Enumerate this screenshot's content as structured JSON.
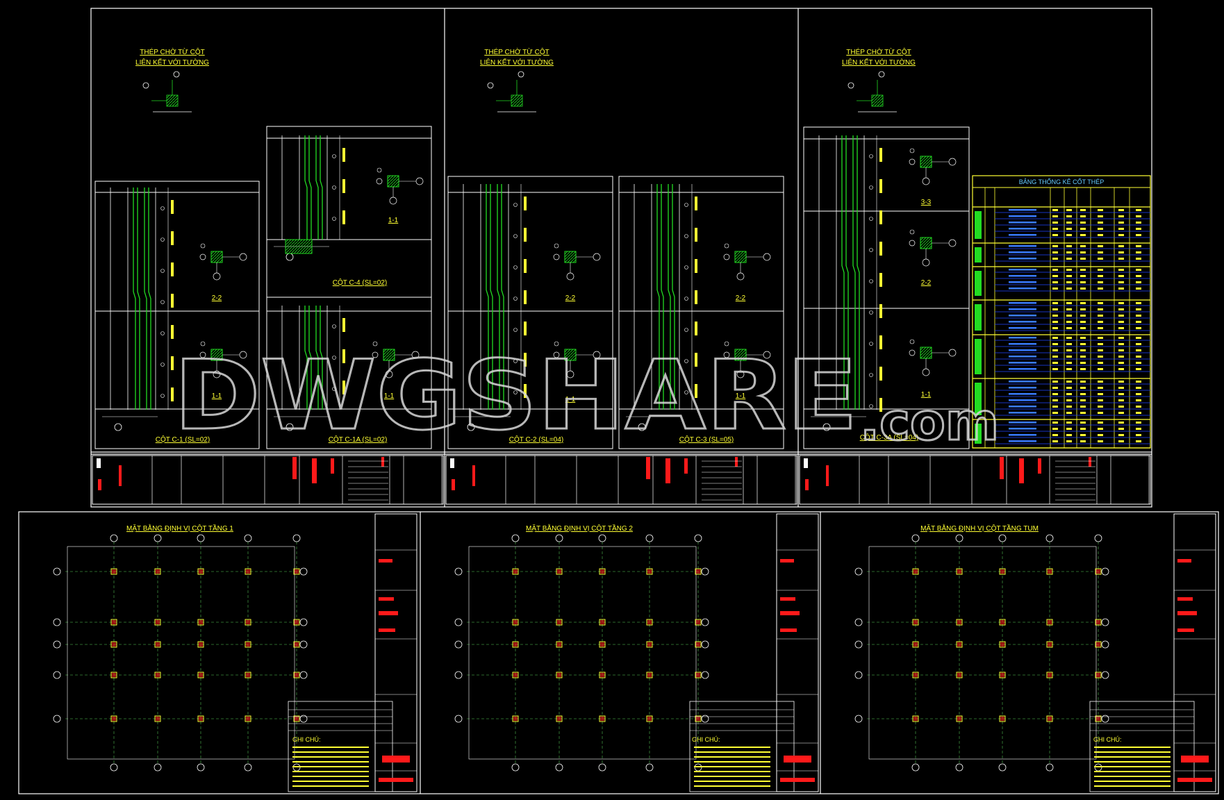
{
  "watermark": {
    "main": "DWGSHARE",
    "suffix": ".com"
  },
  "colors": {
    "background": "#000000",
    "frame": "#ffffff",
    "rebar": "#22dd22",
    "text": "#ffff33",
    "accent_red": "#ff1a1a",
    "table_blue": "#2244ff",
    "grid_green": "#3c8c3c"
  },
  "top_sheets": [
    {
      "header": [
        "THÉP CHỜ TỪ CỘT",
        "LIÊN KẾT VỚI TƯỜNG"
      ],
      "columns": [
        {
          "title": "CỘT C-1 (SL=02)",
          "sections": [
            "2-2",
            "1-1"
          ]
        },
        {
          "title": "CỘT C-4 (SL=02)",
          "sections": [
            "1-1"
          ]
        },
        {
          "title": "CỘT C-1A (SL=02)",
          "sections": [
            "1-1"
          ]
        }
      ]
    },
    {
      "header": [
        "THÉP CHỜ TỪ CỘT",
        "LIÊN KẾT VỚI TƯỜNG"
      ],
      "columns": [
        {
          "title": "CỘT C-2 (SL=04)",
          "sections": [
            "2-2",
            "1-1"
          ]
        },
        {
          "title": "CỘT C-3 (SL=05)",
          "sections": [
            "2-2",
            "1-1"
          ]
        }
      ]
    },
    {
      "header": [
        "THÉP CHỜ TỪ CỘT",
        "LIÊN KẾT VỚI TƯỜNG"
      ],
      "columns": [
        {
          "title": "CỘT C-3A (SL=04)",
          "sections": [
            "3-3",
            "2-2",
            "1-1"
          ]
        }
      ],
      "table_title": "BẢNG THỐNG KÊ CỐT THÉP"
    }
  ],
  "bottom_sheets": [
    {
      "title": "MẶT BẰNG ĐỊNH VỊ CỘT TẦNG 1",
      "notes_title": "GHI CHÚ:"
    },
    {
      "title": "MẶT BẰNG ĐỊNH VỊ CỘT TẦNG 2",
      "notes_title": "GHI CHÚ:"
    },
    {
      "title": "MẶT BẰNG ĐỊNH VỊ CỘT TẦNG TUM",
      "notes_title": "GHI CHÚ:"
    }
  ]
}
